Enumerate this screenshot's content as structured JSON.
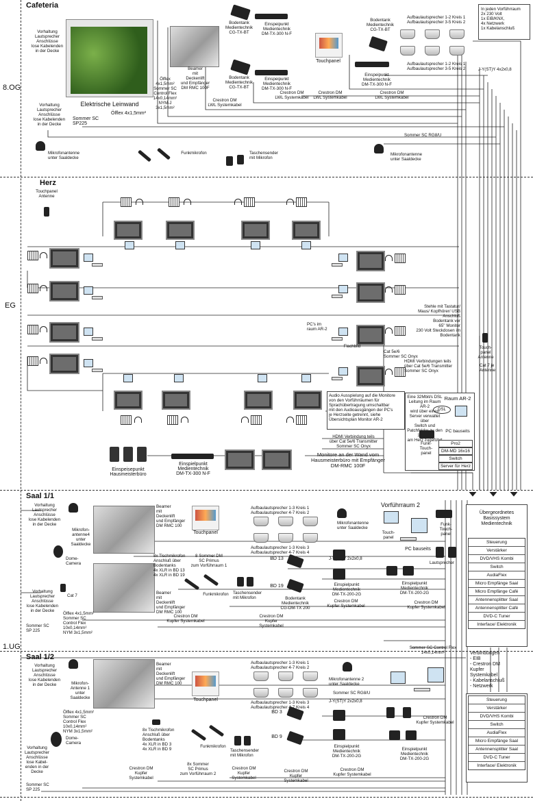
{
  "floors": {
    "og": "8.OG",
    "eg": "EG",
    "ug": "1.UG"
  },
  "cafeteria": {
    "title": "Cafeteria",
    "vorhaltung_top": "Vorhaltung\nLautsprecher\nAnschlüsse\nlose Kabelenden\nin der Decke",
    "vorhaltung_bottom": "Vorhaltung\nLautsprecher\nAnschlüsse\nlose Kabelenden\nin der Decke",
    "leinwand": "Elektrische Leinwand",
    "oelflex_cable": "Ölflex 4x1,5mm²",
    "sommer_sp225": "Sommer SC\nSP225",
    "cable_bundle": "Ölflex\n4x1,5mm²\nSommer SC\nControl Flex\n14x0,14mm²\nNYM-J\n3x1,5mm²",
    "beamer": "Beamer\nmit\nDeckenlift\nund Empfänger\nDM RMC 100F",
    "bodentank_1": "Bodentank\nMedientechnik\nCG-TX-BT",
    "bodentank_2": "Bodentank\nMedientechnik\nCG-TX-BT",
    "bodentank_3": "Bodentank\nMedientechnik\nCG-TX-BT",
    "einspeis_1": "Einspeipunkt\nMedientechnik\nDM-TX-300 N-F",
    "einspeis_2": "Einspeipunkt\nMedientechnik\nDM-TX-300 N-F",
    "einspeis_3": "Einspeipunkt\nMedientechnik\nDM-TX-300 N-F",
    "touchpanel": "Touchpanel",
    "crestron_lwl_1": "Crestron DM\nLWL Systemkabel",
    "crestron_lwl_2": "Crestron DM\nLWL Systemkabel",
    "crestron_lwl_3": "Crestron DM\nLWL Systemkabel",
    "crestron_lwl_4": "Crestron DM\nLWL Systemkabel",
    "speakers_a": "Aufbaulautsprecher 1-2 Kreis 1\nAufbaulautsprecher 3-5 Kreis 2",
    "speakers_b": "Aufbaulautsprecher 1-2 Kreis 1\nAufbaulautsprecher 3-5 Kreis 2",
    "jy_cable": "J-Y(ST)Y 4x2x0,8",
    "sommer_rg8": "Sommer SC RG8/U",
    "mic_antenna_left": "Mikrofonantenne\nunter Saaldecke",
    "mic_antenna_right": "Mikrofonantenne\nunter Saaldecke",
    "funkmikrofon": "Funkmikrofon",
    "taschensender": "Taschensender\nmit Mikrofon",
    "vorfuehrraum_note": "In jeden Vorführraum\n2x 230 Volt\n1x EIB/KNX,\n4x Netzwerk\n1x Kabelanschluß"
  },
  "herz": {
    "title": "Herz",
    "touchpanel_antenna_left": "Touchpanel\nAntenne",
    "touchpanel_antenna_right": "Touch-\npanel\nAntenne",
    "cat7": "Cat 7 je\nAntenne",
    "stehle_note": "Stehle mit Tastatur/\nMaus/ Kopfhörer/ USB\nAnschluß\nBodentank vor\n65'' Monitor\n230 Volt Steckdosen im\nBodentank",
    "pcs_raum": "PC's im\nraum AR-2",
    "flachbild": "Flachbild",
    "cat5e": "Cat 5e/6\nSommer SC Onyx",
    "hdmi_note": "HDMI Verbindungen teils\nüber Cat 5e/6 Transmitter\nSommer SC Onyx",
    "audio_note": "Audio Ausspielung auf die Monitore\nvon den Vorführräumen für\nSprachübertragung umschaltbar\nmit den Audioausgängen der PC's\nje Herzseite getrennt, siehe\nÜbersichtsplan Monitor AR-2",
    "dsl_note": "Eine 32Mbit/s DSL\nLeitung im Raum AR-2\nwird über einen\nServer verwaltet über\nSwitch und\nPatchfelder zu den 16 PC's\nam Herz zugeführt",
    "raum_ar2": "Raum AR-2",
    "dsl": "DSL",
    "pc_bauseits": "PC bauseits",
    "funk_touchpanel": "Funk-\nTouch-\npanel",
    "server_rows": [
      "Pro2",
      "DM-MD 16x16",
      "Switch",
      "Server für Herz"
    ],
    "hdmi_monitor": "HDMI Verbindung teils\nüber Cat 5e/6 Transmitter\nSommer SC Onyx",
    "monitore_wall": "Monitore an der Wand vom\nHausmeisterbüro mit Empfänger\nDM-RMC 100F",
    "einspeise_hausmeister": "Einspeisepunkt\nHausmeisterbüro",
    "einspeis_eg": "Einspielpunkt\nMedientechnik\nDM-TX-300 N-F"
  },
  "saal11": {
    "title": "Saal 1/1",
    "vorhaltung": "Vorhaltung\nLautsprecher\nAnschlüsse\nlose Kabelenden\nin der Decke",
    "vorhaltung_2": "Vorhaltung\nLautsprecher\nAnschlüsse\nlose Kabelenden\nin der Decke",
    "mic_antenna": "Mikrofon-\nantenne4\nunter\nSaaldecke",
    "dome": "Dome-\nCamera",
    "cat7": "Cat 7",
    "beamer_a": "Beamer\nmit\nDeckenlift\nund Empfänger\nDM RMC 100",
    "beamer_b": "Beamer\nmit\nDeckenlift\nund Empfänger\nDM RMC 100",
    "touchpanel": "Touchpanel",
    "tischmikro": "8x Tischmikrofon\nAnschluß über\nBodentanks\n4x XLR in BD 13\n4x XLR in BD 19",
    "sommer_primus": "8 Sommer DM\nSC Primus\nzum Vorführraum 1",
    "funkmikrofon": "Funkmikrofon",
    "taschensender": "Taschensender\nmit Mikrofon",
    "cable_bundle": "Ölflex 4x1,5mm²\nSommer SC\nControl Flex\n10x0,14mm²\nNYM 3x1,5mm²",
    "sp225": "Sommer SC\nSP 225",
    "crestron_kupfer": "Crestron DM\nKupfer Systemkabel",
    "speakers_a": "Aufbaulautsprecher 1-3 Kreis 1\nAufbaulautsprecher 4-7 Kreis 2",
    "speakers_b": "Aufbaulautsprecher 1-3 Kreis 3\nAufbaulautsprecher 4-7 Kreis 4",
    "bd13": "BD 13",
    "bd19": "BD 19",
    "bodentank": "Bodentank\nMedientechnik\nCG-DM-TX 200",
    "crestron_kupfer_2": "Crestron DM\nKupfer\nSystemkabel",
    "mic_antenna_2": "Mikrofonantenne\nunter Saaldecke",
    "jy": "J-Y(ST)Y 2x2x0,8",
    "einspeis_a": "Einspielpunkt\nMedientechnik\nDM-TX-200-2G",
    "einspeis_b": "Einspielpunkt\nMedientechnik\nDM-TX-200-2G",
    "crestron_kupfer_3": "Crestron DM\nKupfer Systemkabel",
    "control_flex": "Sommer SC Control Flex\n14x0,14mm²"
  },
  "vorfuehrraum2": {
    "title": "Vorführraum 2",
    "touchpanel": "Touch-\npanel",
    "funk_touchpanel": "Funk-\nTouch-\npanel",
    "pc_bauseits": "PC bauseits",
    "lautsprecher": "Lautsprecher",
    "rack_title": "Übergeordnetes\nBasissystem\nMedientechnik",
    "rack_rows": [
      "Steuerung",
      "Verstärker",
      "DVD/VHS Kombi",
      "Switch",
      "AudiaFlex",
      "Micro Empfänge Saal",
      "Micro Empfänge Café",
      "Antennensplitter Saal",
      "Antennensplitter Café",
      "DVD-C Tuner",
      "Interface/ Elektronik"
    ],
    "verbindungen": "Verbindungen\n- EIB\n- Crestron DM\nKupfer\nSystemkabel\n- Kabelanschluß\n- Netzwerk"
  },
  "saal12": {
    "title": "Saal 1/2",
    "vorhaltung": "Vorhaltung\nLautsprecher\nAnschlüsse\nlose Kabelenden\nin der Decke",
    "vorhaltung_2": "Vorhaltung\nLautsprecher\nAnschlüsse\nlose Kabel-\nenden in der\nDecke",
    "mic_antenna": "Mikrofon-\nAntenne 1\nunter\nSaaldecke",
    "dome": "Dome-\nCamera",
    "beamer": "Beamer\nmit\nDeckenlift\nund Empfänger\nDM RMC 100",
    "touchpanel": "Touchpanel",
    "cable_bundle": "Ölflex 4x1,5mm²\nSommer SC\nControl Flex\n10x0,14mm²\nNYM 3x1,5mm²",
    "tischmikro": "8x Tischmikrofon\nAnschluß über\nBodentanks\n4x XLR in BD 3\n4x XLR in BD 9",
    "funkmikrofon": "Funkmikrofon",
    "taschensender": "Taschensender\nmit Mikrofon",
    "sommer_primus": "8x Sommer\nSC Primus\nzum Vorführraum 2",
    "crestron_kupfer": "Crestron DM\nKupfer\nSystemkabel",
    "crestron_kupfer_2": "Crestron DM\nKupfer\nSystemkabel",
    "crestron_kupfer_3": "Crestron DM\nKupfer\nSystemkabel",
    "crestron_kupfer_4": "Crestron DM\nKupfer Systemkabel",
    "sp225": "Sommer SC\nSP 225",
    "speakers_a": "Aufbaulautsprecher 1-3 Kreis 1\nAufbaulautsprecher 4-7 Kreis 2",
    "speakers_b": "Aufbaulautsprecher 1-3 Kreis 3\nAufbaulautsprecher 4-7 Kreis 4",
    "mic_antenna_2": "Mikrofonantenne 2\nunter Saaldecke",
    "sommer_rg8": "Sommer SC RG8/U",
    "jy": "J-Y(ST)Y 2x2x0,8",
    "bd3": "BD 3",
    "bd9": "BD 9",
    "einspeis": "Einspielpunkt\nMedientechnik\nDM-TX-200-2G",
    "crestron_kupfer_5": "Crestron DM\nKupfer Systemkabel",
    "rack_rows": [
      "Steuerung",
      "Verstärker",
      "DVD/VHS Kombi",
      "Switch",
      "AudiaFlex",
      "Micro Empfänge Saal",
      "Antennensplitter Saal",
      "DVD-C Tuner",
      "Interface/ Elektronik"
    ]
  }
}
